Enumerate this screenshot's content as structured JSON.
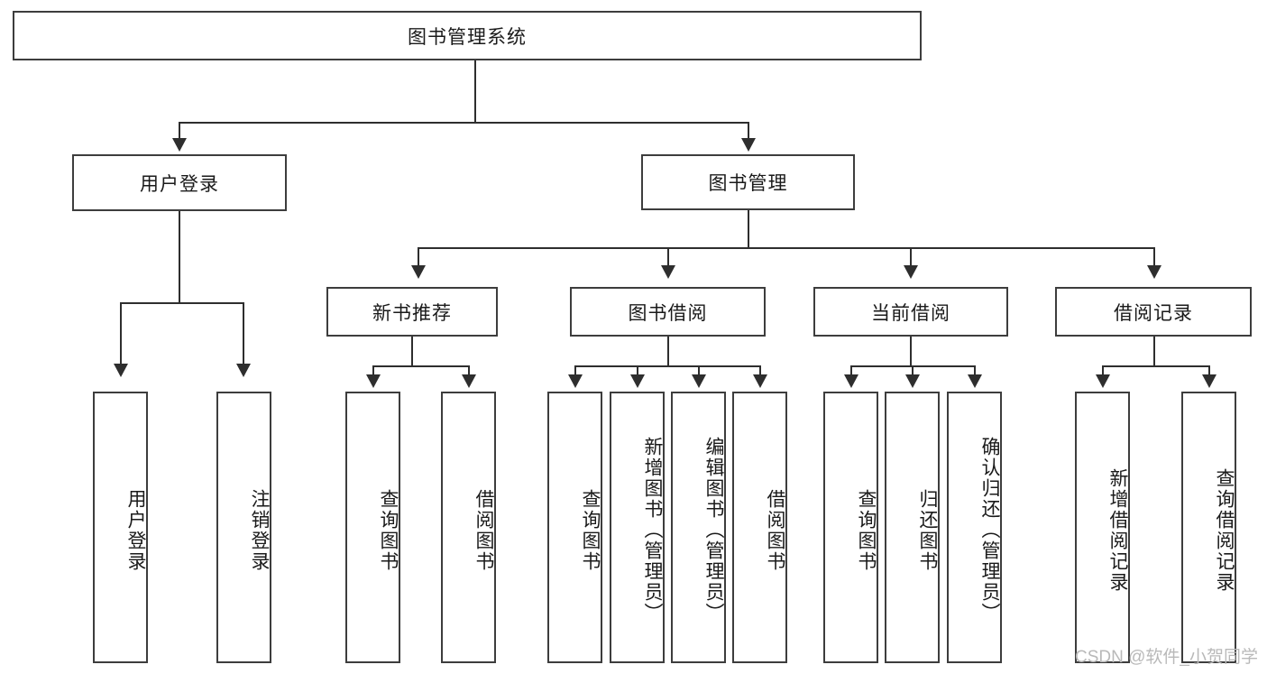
{
  "diagram": {
    "type": "tree-hierarchy-diagram",
    "title": "图书管理系统",
    "colors": {
      "background": "#ffffff",
      "box_border": "#3d3d3d",
      "connector": "#2e2e2e",
      "text": "#1a1a1a",
      "watermark": "#b9b9b9"
    },
    "root": {
      "label": "图书管理系统"
    },
    "level2": [
      {
        "label": "用户登录"
      },
      {
        "label": "图书管理"
      }
    ],
    "level3": [
      {
        "label": "新书推荐"
      },
      {
        "label": "图书借阅"
      },
      {
        "label": "当前借阅"
      },
      {
        "label": "借阅记录"
      }
    ],
    "leaves": {
      "user_login": [
        {
          "label": "用户登录"
        },
        {
          "label": "注销登录"
        }
      ],
      "new_book_recommend": [
        {
          "label": "查询图书"
        },
        {
          "label": "借阅图书"
        }
      ],
      "book_borrow": [
        {
          "label": "查询图书"
        },
        {
          "label": "新增图书（管理员）"
        },
        {
          "label": "编辑图书（管理员）"
        },
        {
          "label": "借阅图书"
        }
      ],
      "current_borrow": [
        {
          "label": "查询图书"
        },
        {
          "label": "归还图书"
        },
        {
          "label": "确认归还（管理员）"
        }
      ],
      "borrow_record": [
        {
          "label": "新增借阅记录"
        },
        {
          "label": "查询借阅记录"
        }
      ]
    }
  },
  "watermark": {
    "text": "CSDN @软件_小贺同学"
  }
}
